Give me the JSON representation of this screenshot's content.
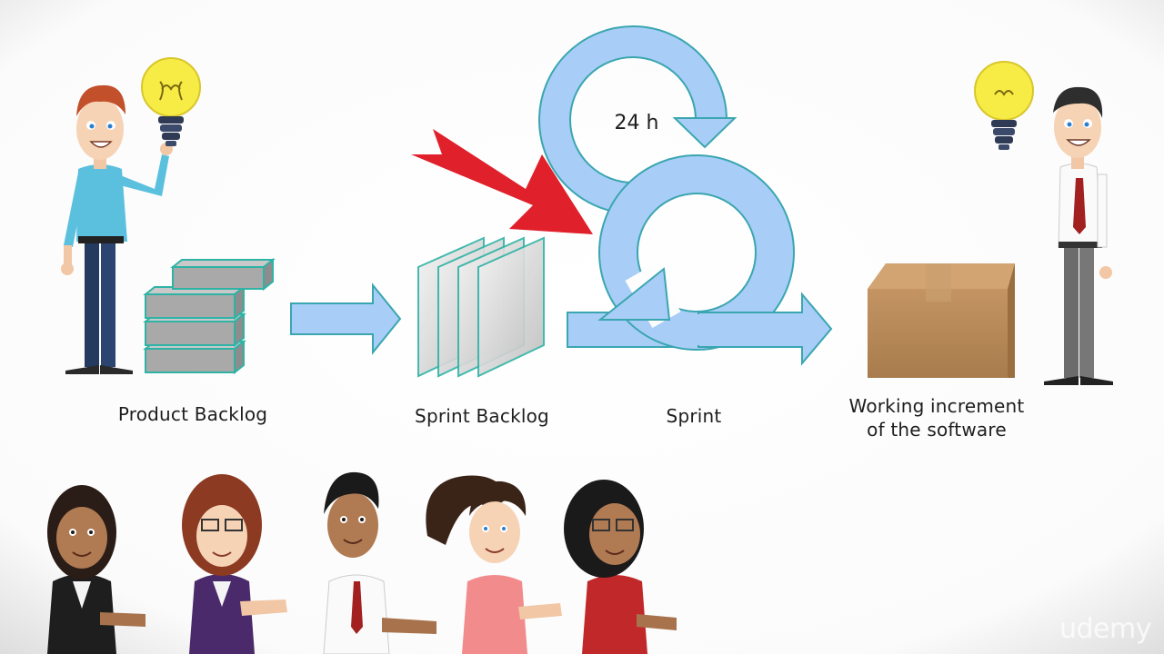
{
  "diagram": {
    "labels": {
      "product_backlog": "Product Backlog",
      "sprint_backlog": "Sprint Backlog",
      "sprint": "Sprint",
      "increment_line1": "Working increment",
      "increment_line2": "of the software",
      "daily_cycle": "24 h"
    },
    "colors": {
      "flow_arrow": "#a8cdf7",
      "flow_arrow_stroke": "#3aa6b0",
      "highlight_arrow": "#e0202b",
      "backlog_block": "#a9a9a9",
      "box": "#b88a56"
    }
  },
  "icons": [
    "lightbulb-icon",
    "product-owner-figure",
    "customer-figure",
    "team-member-figure"
  ],
  "watermark": "udemy"
}
